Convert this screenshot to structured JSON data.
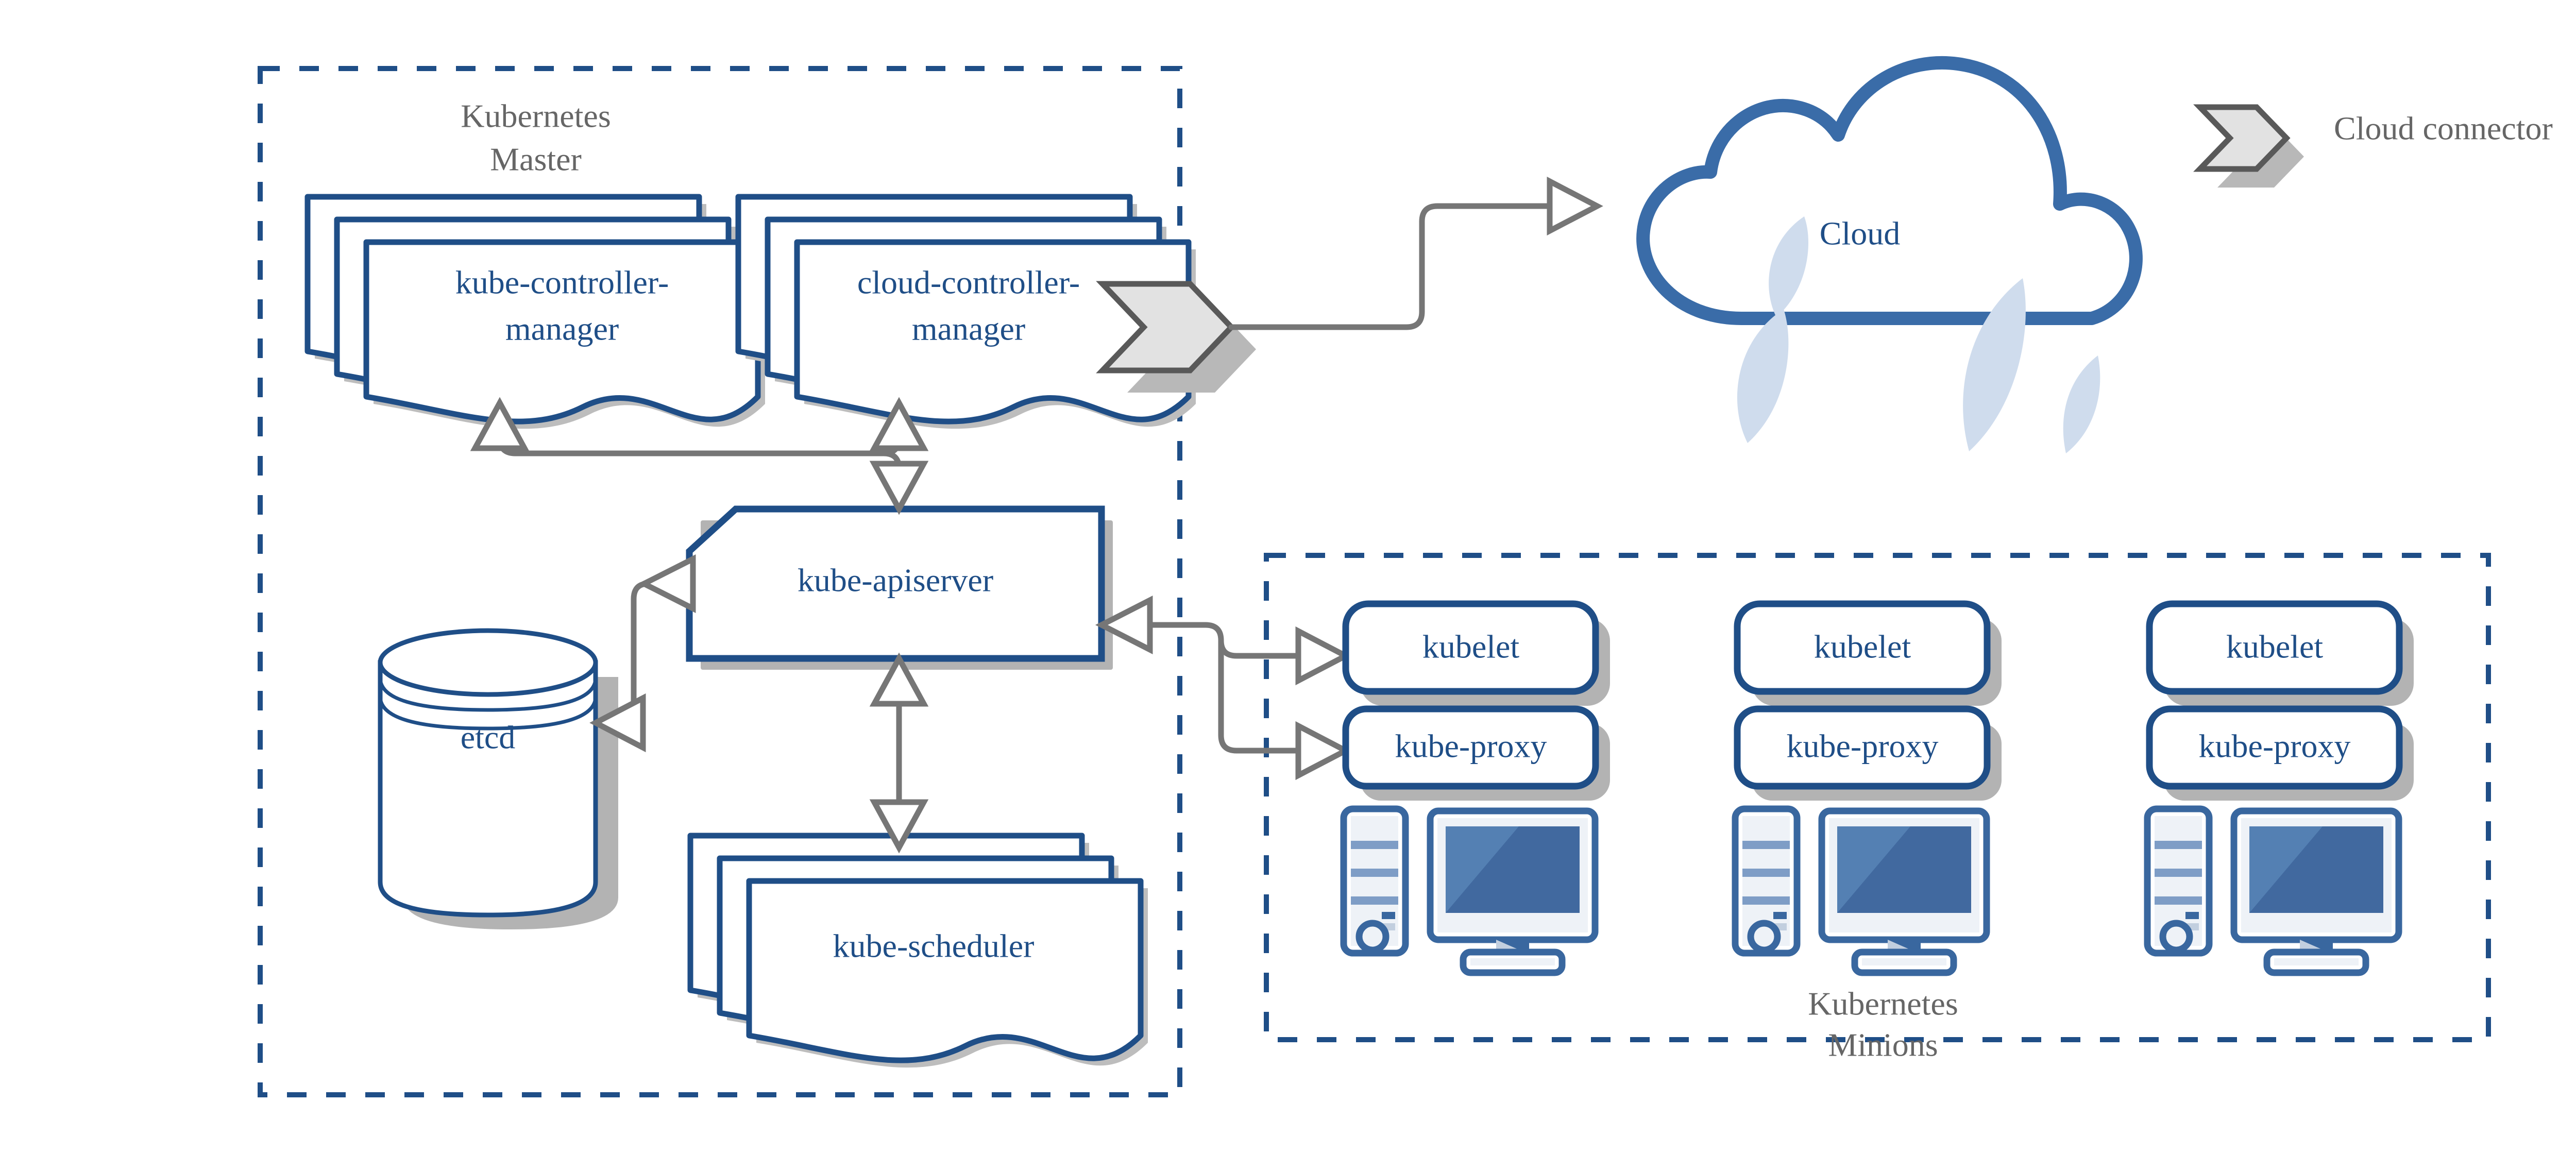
{
  "diagram": {
    "title_master": "Kubernetes\nMaster",
    "title_minions": "Kubernetes\nMinions"
  },
  "master_group": {
    "label_line1": "Kubernetes",
    "label_line2": "Master",
    "nodes": {
      "kube_controller_manager_line1": "kube-controller-",
      "kube_controller_manager_line2": "manager",
      "cloud_controller_manager_line1": "cloud-controller-",
      "cloud_controller_manager_line2": "manager",
      "kube_apiserver": "kube-apiserver",
      "etcd": "etcd",
      "kube_scheduler": "kube-scheduler"
    }
  },
  "cloud": {
    "label": "Cloud"
  },
  "legend": {
    "label": "Cloud connector",
    "icon": "chevron-connector-icon"
  },
  "minions_group": {
    "label_line1": "Kubernetes",
    "label_line2": "Minions",
    "nodes": [
      {
        "kubelet": "kubelet",
        "kube_proxy": "kube-proxy",
        "host": "computer-icon"
      },
      {
        "kubelet": "kubelet",
        "kube_proxy": "kube-proxy",
        "host": "computer-icon"
      },
      {
        "kubelet": "kubelet",
        "kube_proxy": "kube-proxy",
        "host": "computer-icon"
      }
    ]
  },
  "colors": {
    "node_blue": "#1f4e87",
    "cloud_blue": "#3a6ca8",
    "connector_gray": "#767676",
    "label_gray": "#666666",
    "shadow_gray": "#b8b8b8",
    "chevron_fill": "#e2e2e2",
    "background": "#ffffff"
  }
}
